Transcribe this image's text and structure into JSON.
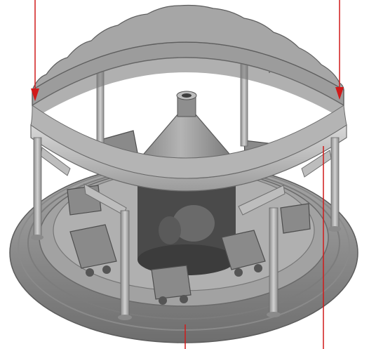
{
  "image": {
    "subject": "carousel-model",
    "palette": {
      "background": "#ffffff",
      "light": "#c8c8c8",
      "mid": "#9a9a9a",
      "dark": "#5e5e5e",
      "shadow": "#3c3c3c",
      "pointer": "#d11a1a"
    },
    "pointers": [
      {
        "name": "pointer-left-arrow"
      },
      {
        "name": "pointer-right-arrow"
      },
      {
        "name": "pointer-right-line"
      },
      {
        "name": "pointer-bottom-line"
      }
    ]
  }
}
